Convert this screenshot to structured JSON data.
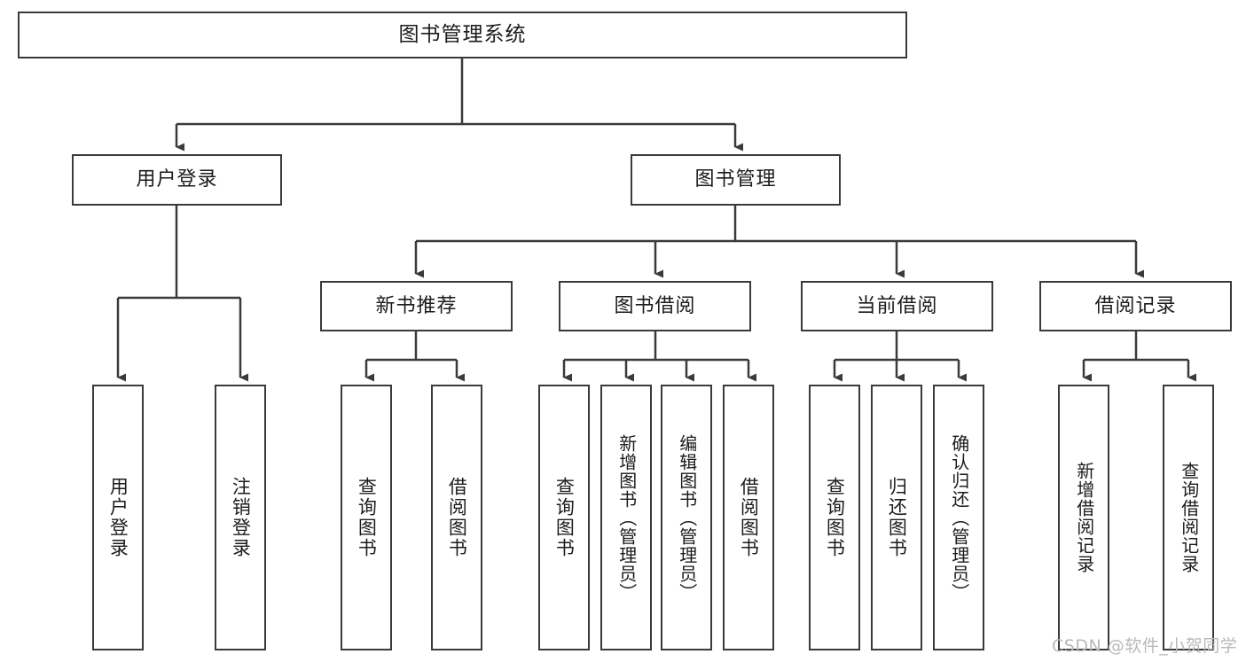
{
  "diagram": {
    "title": "图书管理系统",
    "type": "tree-hierarchy",
    "watermark": "CSDN @软件_小贺同学",
    "stroke_color": "#3a3a3a",
    "fill_color": "#ffffff",
    "text_color": "#1b1b1b",
    "watermark_color": "#b9b9b9"
  },
  "nodes": {
    "root": {
      "label": "图书管理系统"
    },
    "level2": [
      {
        "label": "用户登录"
      },
      {
        "label": "图书管理"
      }
    ],
    "level3": [
      {
        "label": "新书推荐"
      },
      {
        "label": "图书借阅"
      },
      {
        "label": "当前借阅"
      },
      {
        "label": "借阅记录"
      }
    ],
    "leaves": {
      "user_login": [
        {
          "label": "用户登录"
        },
        {
          "label": "注销登录"
        }
      ],
      "new_book_recommend": [
        {
          "label": "查询图书"
        },
        {
          "label": "借阅图书"
        }
      ],
      "book_borrow": [
        {
          "label": "查询图书"
        },
        {
          "label": "新增图书（管理员）"
        },
        {
          "label": "编辑图书（管理员）"
        },
        {
          "label": "借阅图书"
        }
      ],
      "current_borrow": [
        {
          "label": "查询图书"
        },
        {
          "label": "归还图书"
        },
        {
          "label": "确认归还（管理员）"
        }
      ],
      "borrow_record": [
        {
          "label": "新增借阅记录"
        },
        {
          "label": "查询借阅记录"
        }
      ]
    }
  }
}
